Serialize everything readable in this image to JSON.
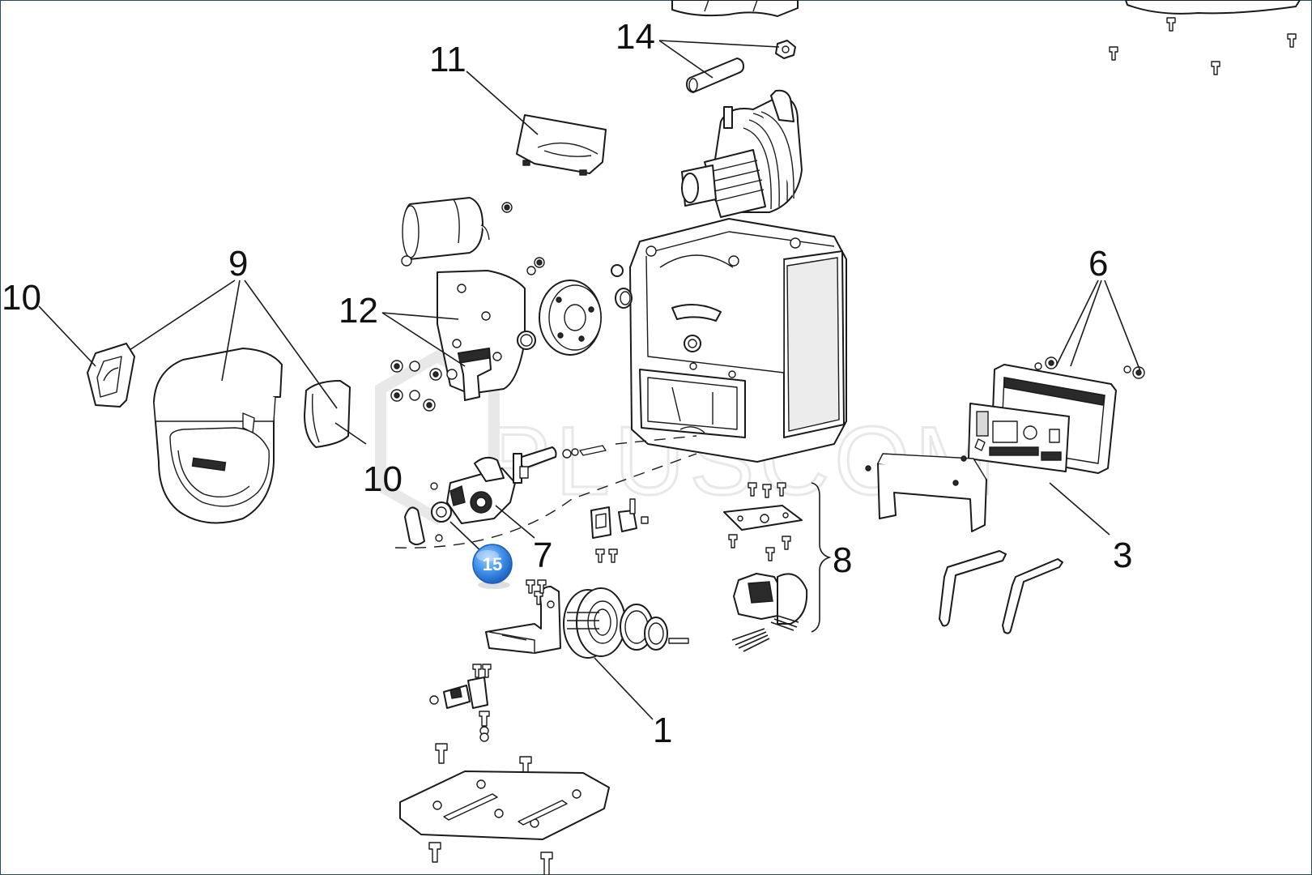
{
  "callouts": {
    "c14": "14",
    "c11": "11",
    "c9": "9",
    "c10a": "10",
    "c10b": "10",
    "c12": "12",
    "c6": "6",
    "c7": "7",
    "c8": "8",
    "c3": "3",
    "c1": "1"
  },
  "highlight_badge": "15",
  "watermark": "PLUSCOM",
  "colors": {
    "badge": "#3d8ee8",
    "line": "#1a1a1a",
    "watermark": "#e6e6e6"
  }
}
